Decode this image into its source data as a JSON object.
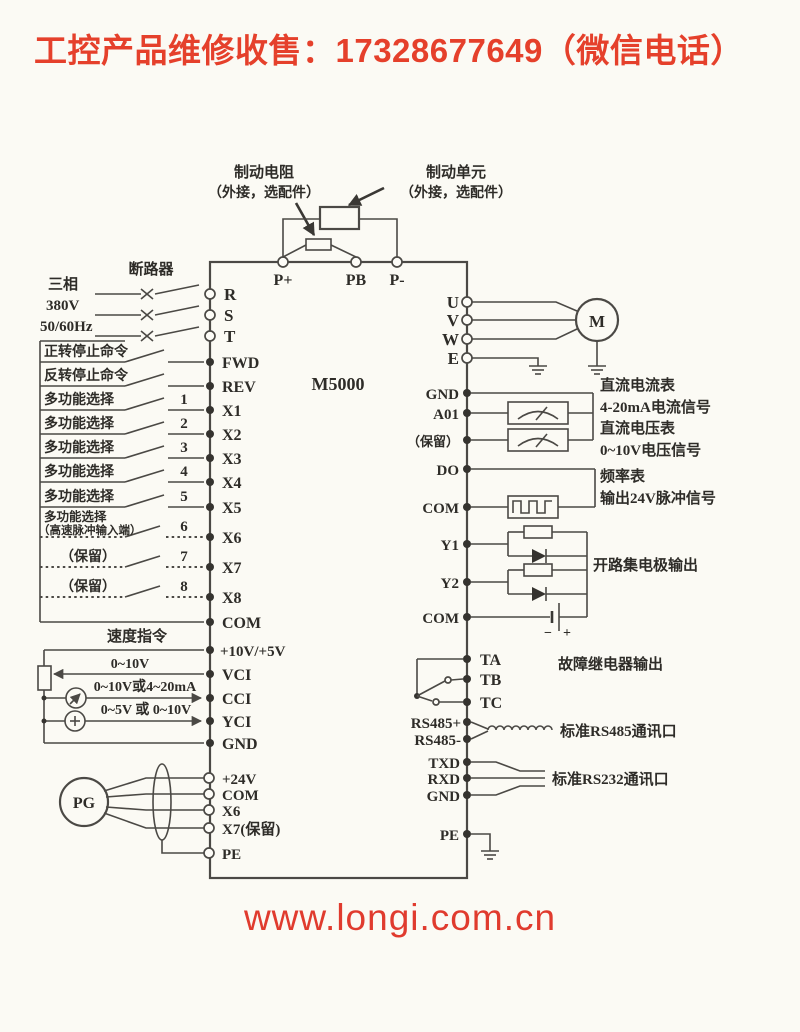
{
  "header": {
    "text": "工控产品维修收售：17328677649（微信电话）"
  },
  "footer": {
    "text": "www.longi.com.cn"
  },
  "model": "M5000",
  "colors": {
    "accent": "#e5402b",
    "wire": "#4b4945",
    "text": "#2e2c28",
    "background": "#fbfaf4"
  },
  "brake": {
    "resistor_title": "制动电阻",
    "resistor_note": "（外接，选配件）",
    "unit_title": "制动单元",
    "unit_note": "（外接，选配件）",
    "p_plus": "P+",
    "pb": "PB",
    "p_minus": "P-"
  },
  "power": {
    "breaker": "断路器",
    "phase": "三相",
    "voltage": "380V",
    "freq": "50/60Hz",
    "r": "R",
    "s": "S",
    "t": "T"
  },
  "di": {
    "fwd_label": "正转停止命令",
    "fwd": "FWD",
    "rev_label": "反转停止命令",
    "rev": "REV",
    "multi_label": "多功能选择",
    "x6_label2": "（高速脉冲输入端）",
    "reserved": "（保留）",
    "nums": [
      "1",
      "2",
      "3",
      "4",
      "5",
      "6",
      "7",
      "8"
    ],
    "terms": [
      "X1",
      "X2",
      "X3",
      "X4",
      "X5",
      "X6",
      "X7",
      "X8"
    ],
    "com": "COM"
  },
  "ai": {
    "title": "速度指令",
    "supply": "+10V/+5V",
    "vci_signal": "0~10V",
    "vci": "VCI",
    "cci_signal": "0~10V或4~20mA",
    "cci": "CCI",
    "yci_signal": "0~5V 或 0~10V",
    "yci": "YCI",
    "gnd": "GND"
  },
  "pg": {
    "label": "PG",
    "t24v": "+24V",
    "com": "COM",
    "x6": "X6",
    "x7": "X7(保留)",
    "pe": "PE"
  },
  "mo": {
    "u": "U",
    "v": "V",
    "w": "W",
    "e": "E",
    "motor": "M"
  },
  "ao": {
    "gnd": "GND",
    "a01": "A01",
    "reserved": "（保留）",
    "notes": [
      "直流电流表",
      "4-20mA电流信号",
      "直流电压表",
      "0~10V电压信号"
    ]
  },
  "po": {
    "do_t": "DO",
    "com": "COM",
    "notes": [
      "频率表",
      "输出24V脉冲信号"
    ]
  },
  "oc": {
    "y1": "Y1",
    "y2": "Y2",
    "com": "COM",
    "note": "开路集电极输出",
    "minus": "−",
    "plus": "+"
  },
  "relay": {
    "ta": "TA",
    "tb": "TB",
    "tc": "TC",
    "note": "故障继电器输出"
  },
  "rs485": {
    "p": "RS485+",
    "m": "RS485-",
    "note": "标准RS485通讯口"
  },
  "rs232": {
    "txd": "TXD",
    "rxd": "RXD",
    "gnd": "GND",
    "note": "标准RS232通讯口"
  },
  "pe": {
    "label": "PE"
  }
}
